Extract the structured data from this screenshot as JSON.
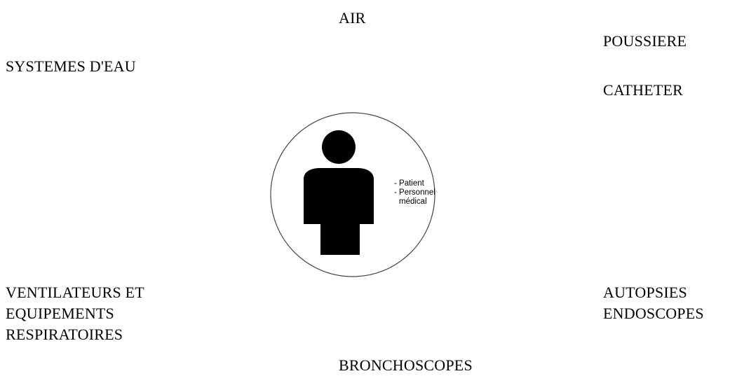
{
  "labels": {
    "air": "AIR",
    "poussiere": "POUSSIERE",
    "systemes_eau": "SYSTEMES D'EAU",
    "catheter": "CATHETER",
    "ventilateurs": [
      "VENTILATEURS ET",
      "EQUIPEMENTS",
      "RESPIRATOIRES"
    ],
    "autopsies_endoscopes": [
      "AUTOPSIES",
      "ENDOSCOPES"
    ],
    "bronchoscopes": "BRONCHOSCOPES"
  },
  "center": {
    "legend": [
      "- Patient",
      "- Personnel",
      "médical"
    ],
    "icon": "person-icon",
    "colors": {
      "figure": "#000000",
      "circle_stroke": "#444444"
    }
  }
}
